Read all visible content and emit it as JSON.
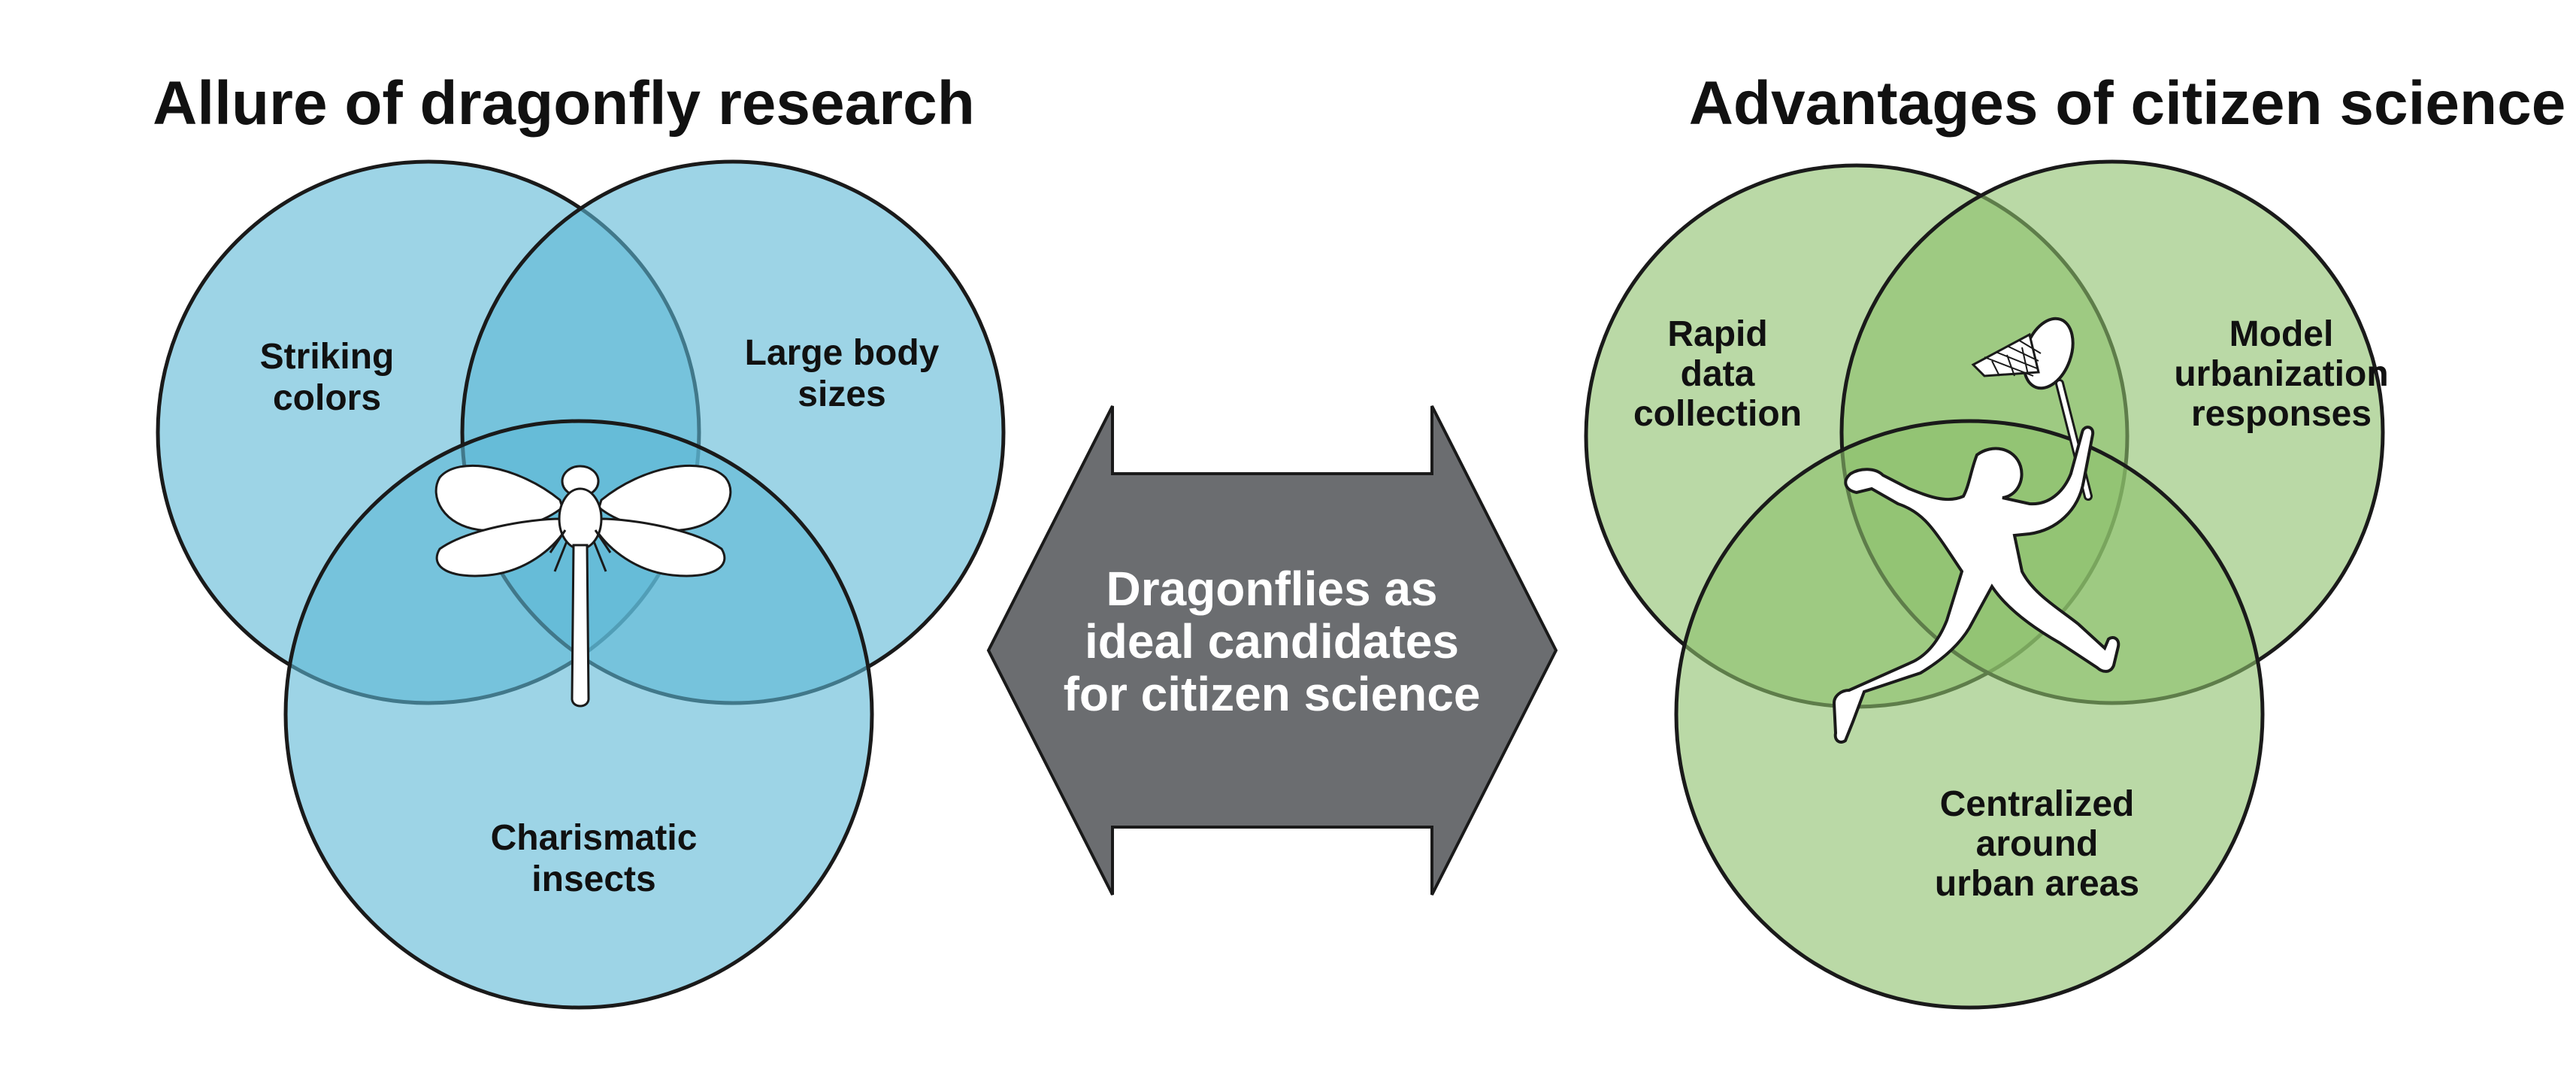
{
  "left_panel": {
    "title": "Allure of dragonfly research",
    "circle_top_left": {
      "line1": "Striking",
      "line2": "colors"
    },
    "circle_top_right": {
      "line1": "Large body",
      "line2": "sizes"
    },
    "circle_bottom": {
      "line1": "Charismatic",
      "line2": "insects"
    },
    "color": "#7fc4dc",
    "icon": "dragonfly-icon"
  },
  "center_arrow": {
    "line1": "Dragonflies as",
    "line2": "ideal candidates",
    "line3": "for citizen science",
    "color": "#6b6d70"
  },
  "right_panel": {
    "title": "Advantages of citizen science",
    "circle_top_left": {
      "line1": "Rapid",
      "line2": "data",
      "line3": "collection"
    },
    "circle_top_right": {
      "line1": "Model",
      "line2": "urbanization",
      "line3": "responses"
    },
    "circle_bottom": {
      "line1": "Centralized",
      "line2": "around",
      "line3": "urban areas"
    },
    "color": "#a6cf8a",
    "icon": "person-with-net-icon"
  }
}
